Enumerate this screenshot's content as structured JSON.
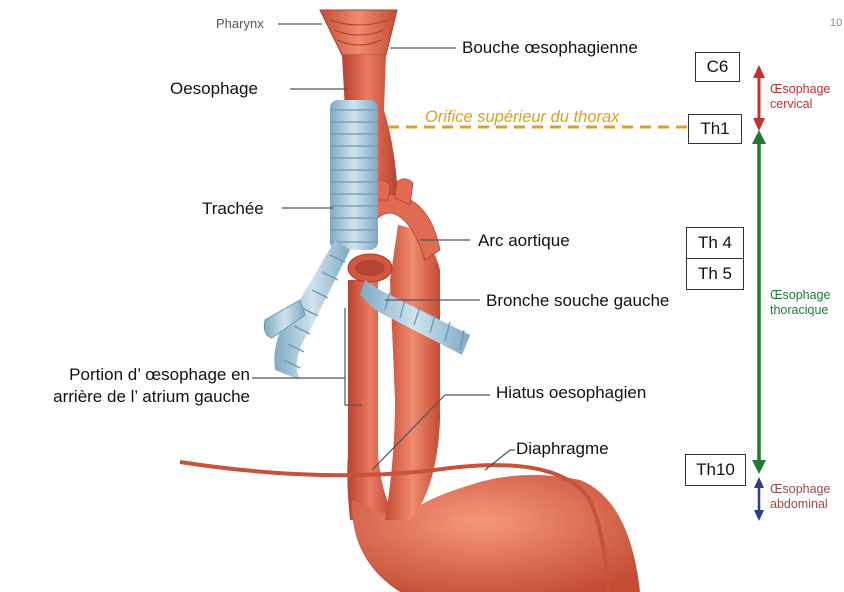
{
  "labels": {
    "pharynx": "Pharynx",
    "bouche": "Bouche œsophagienne",
    "oesophage": "Oesophage",
    "orifice": "Orifice supérieur du thorax",
    "trachee": "Trachée",
    "arc": "Arc aortique",
    "bronche": "Bronche souche gauche",
    "portion_line1": "Portion d’ œsophage en",
    "portion_line2": "arrière de l’ atrium gauche",
    "hiatus": "Hiatus oesophagien",
    "diaphragme": "Diaphragme"
  },
  "vertebrae": {
    "c6": "C6",
    "th1": "Th1",
    "th4": "Th 4",
    "th5": "Th 5",
    "th10": "Th10"
  },
  "regions": {
    "cervical_line1": "Œsophage",
    "cervical_line2": "cervical",
    "thoracic_line1": "Œsophage",
    "thoracic_line2": "thoracique",
    "abdominal_line1": "Œsophage",
    "abdominal_line2": "abdominal"
  },
  "page_number": "10",
  "colors": {
    "cervical": "#c4302b",
    "thoracic": "#1f7a35",
    "abdominal": "#2a3f8f",
    "orifice": "#d9a21f",
    "tissue": "#d9604a",
    "trachea": "#9fc6da"
  }
}
